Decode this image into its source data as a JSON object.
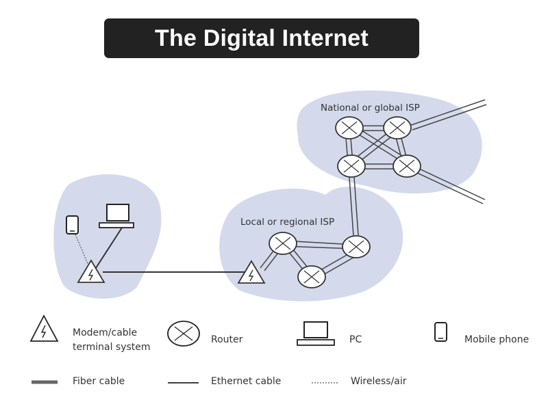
{
  "title": "The Digital Internet",
  "colors": {
    "title_background": "#222222",
    "title_text": "#ffffff",
    "cloud_fill": "#d4daec",
    "line": "#333333"
  },
  "regions": {
    "global_isp": "National or global ISP",
    "local_isp": "Local or regional ISP"
  },
  "legend": {
    "modem": [
      "Modem/cable",
      "terminal system"
    ],
    "router": "Router",
    "pc": "PC",
    "mobile": "Mobile phone",
    "fiber": "Fiber cable",
    "ethernet": "Ethernet cable",
    "wireless": "Wireless/air"
  }
}
